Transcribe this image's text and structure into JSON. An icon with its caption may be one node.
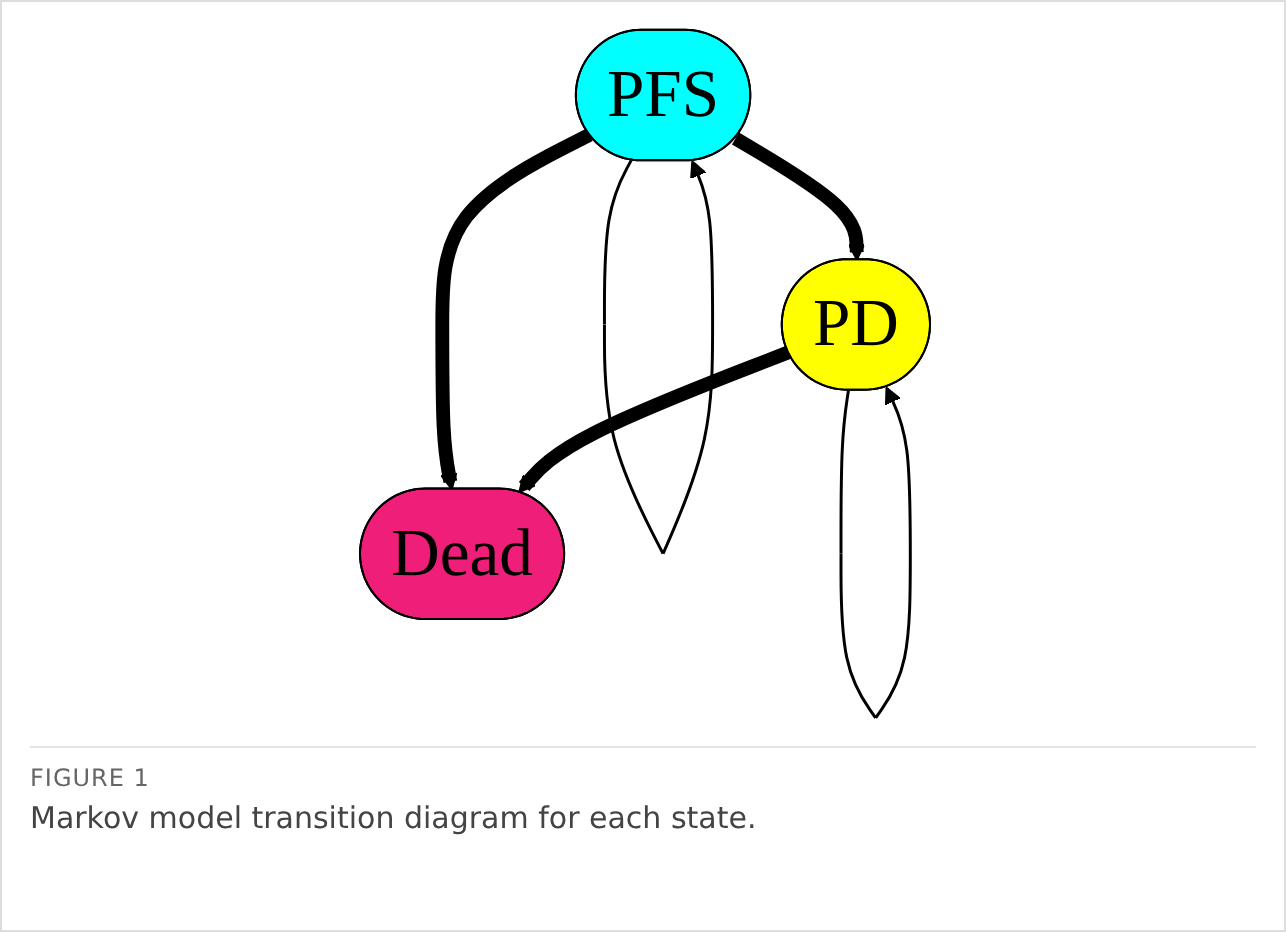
{
  "diagram": {
    "caption": "Markov model transition diagram for each state.",
    "nodes": [
      {
        "text": [
          "PFS"
        ]
      },
      {
        "text": [
          "PD"
        ]
      },
      {
        "text": [
          "Dead"
        ]
      }
    ],
    "edges": [
      {
        "from": 0,
        "to": 1,
        "arrow": "to"
      },
      {
        "from": 0,
        "to": 2,
        "arrow": "to"
      },
      {
        "from": 1,
        "to": 2,
        "arrow": "to"
      },
      {
        "from": 0,
        "to": 0,
        "arrow": "to"
      },
      {
        "from": 1,
        "to": 1,
        "arrow": "to"
      }
    ],
    "labels": [
      "FIGURE 1"
    ]
  }
}
